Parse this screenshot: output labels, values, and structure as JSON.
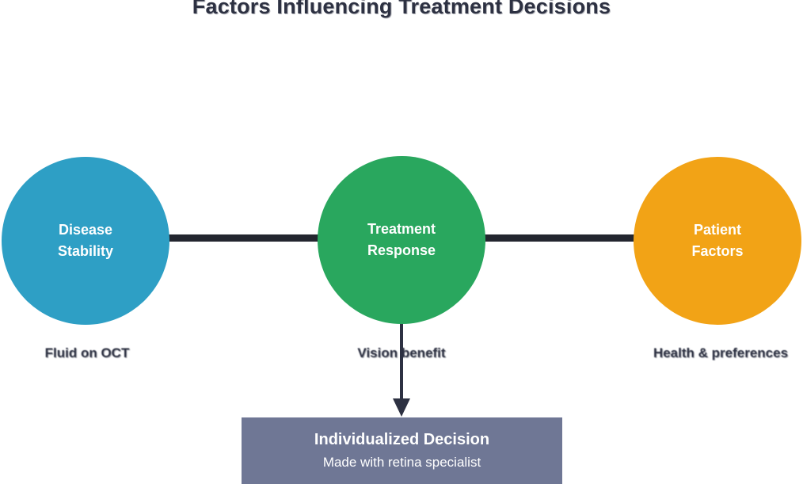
{
  "title": "Factors Influencing Treatment Decisions",
  "nodes": [
    {
      "line1": "Disease",
      "line2": "Stability",
      "color": "#2e9fc5",
      "sublabel": "Fluid on OCT"
    },
    {
      "line1": "Treatment",
      "line2": "Response",
      "color": "#29a75e",
      "sublabel": "Vision benefit"
    },
    {
      "line1": "Patient",
      "line2": "Factors",
      "color": "#f2a316",
      "sublabel": "Health & preferences"
    }
  ],
  "decision_box": {
    "title": "Individualized Decision",
    "subtitle": "Made with retina specialist",
    "color": "#6f7795"
  },
  "connector_color": "#23262f",
  "text_color": "#2d3142"
}
